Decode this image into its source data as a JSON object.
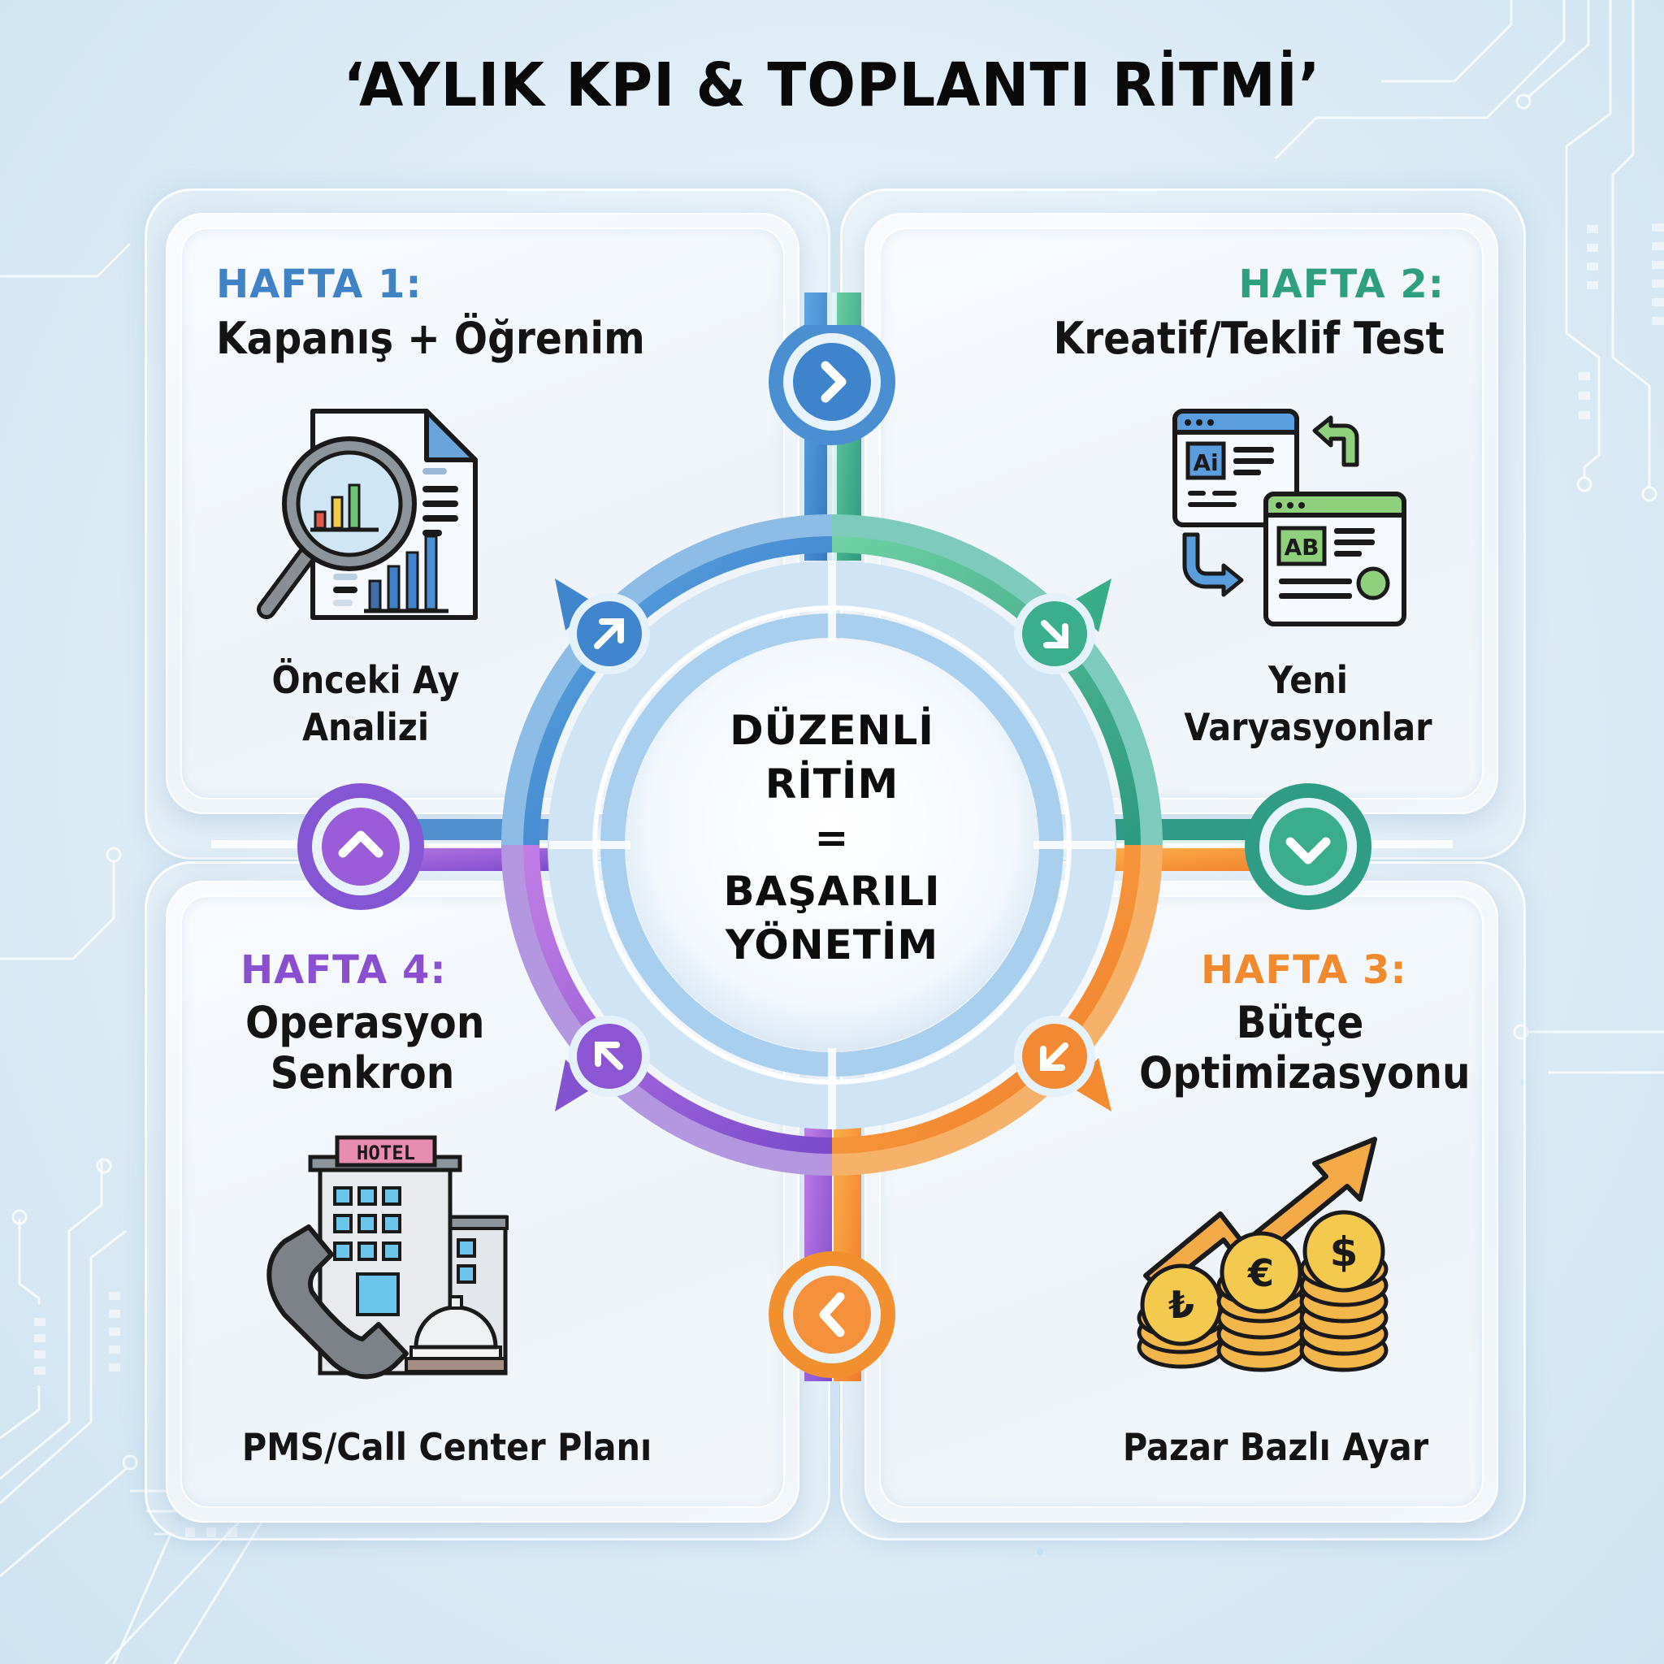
{
  "title": "‘AYLIK KPI & TOPLANTI RİTMİ’",
  "center": {
    "lines": [
      "DÜZENLİ",
      "RİTİM",
      "=",
      "BAŞARILI",
      "YÖNETİM"
    ]
  },
  "colors": {
    "week1": "#3f82c6",
    "week2": "#2fa07f",
    "week3": "#f08a2c",
    "week4": "#8a4fd0",
    "text": "#141414",
    "background": "#dcecf7"
  },
  "weeks": [
    {
      "label": "HAFTA 1:",
      "title": "Kapanış + Öğrenim",
      "icon": "document-magnifier-chart-icon",
      "caption_lines": [
        "Önceki Ay",
        "Analizi"
      ],
      "connector_icon": "chevron-right-icon",
      "ring_icon": "arrow-up-right-icon"
    },
    {
      "label": "HAFTA 2:",
      "title": "Kreatif/Teklif Test",
      "icon": "ab-test-windows-icon",
      "icon_text": [
        "Aⅰ",
        "AB"
      ],
      "caption_lines": [
        "Yeni",
        "Varyasyonlar"
      ],
      "connector_icon": "chevron-down-icon",
      "ring_icon": "arrow-down-right-icon"
    },
    {
      "label": "HAFTA 3:",
      "title_lines": [
        "Bütçe",
        "Optimizasyonu"
      ],
      "icon": "coins-growth-arrow-icon",
      "coin_symbols": [
        "₺",
        "€",
        "$"
      ],
      "caption_lines": [
        "Pazar Bazlı Ayar"
      ],
      "connector_icon": "chevron-left-icon",
      "ring_icon": "arrow-down-left-icon"
    },
    {
      "label": "HAFTA 4:",
      "title_lines": [
        "Operasyon",
        "Senkron"
      ],
      "icon": "hotel-phone-bell-icon",
      "icon_text": [
        "HOTEL"
      ],
      "caption_lines": [
        "PMS/Call Center Planı"
      ],
      "connector_icon": "chevron-up-icon",
      "ring_icon": "arrow-up-left-icon"
    }
  ]
}
